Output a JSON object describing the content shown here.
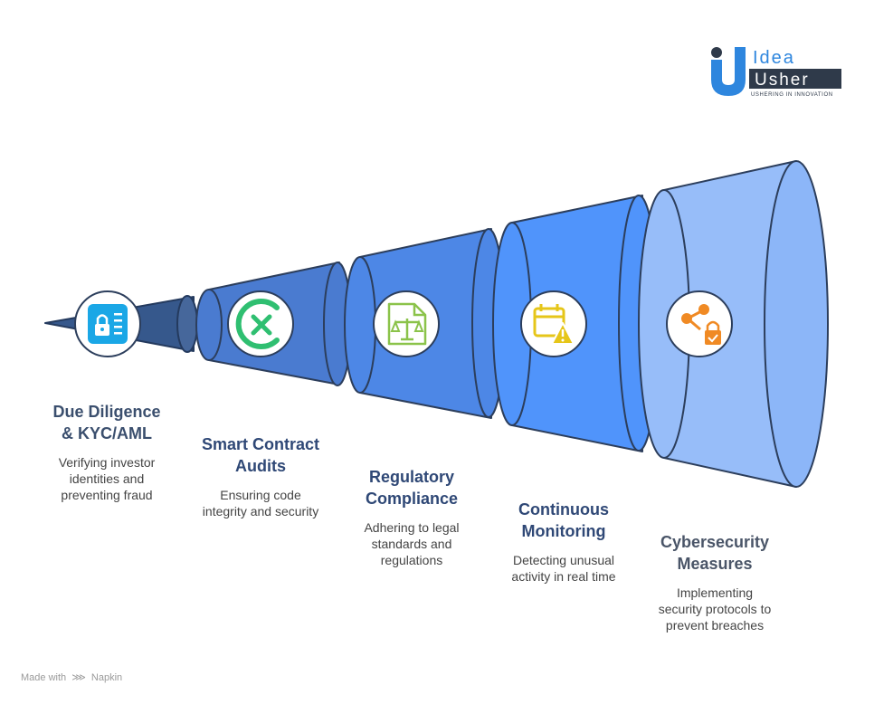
{
  "logo": {
    "word1": "Idea",
    "word2": "Usher",
    "tagline": "USHERING IN INNOVATION",
    "colors": {
      "blue": "#2e86de",
      "dark": "#2f3a4a"
    }
  },
  "steps": [
    {
      "title": "Due Diligence\n& KYC/AML",
      "description": "Verifying investor\nidentities and\npreventing fraud",
      "icon": "lock-id-card-icon",
      "color": "#3c5a8a",
      "title_color": "#3b4f6e"
    },
    {
      "title": "Smart Contract\nAudits",
      "description": "Ensuring code\nintegrity and security",
      "icon": "contract-x-icon",
      "color": "#4a7bd0",
      "title_color": "#2f4876"
    },
    {
      "title": "Regulatory\nCompliance",
      "description": "Adhering to legal\nstandards and\nregulations",
      "icon": "document-scales-icon",
      "color": "#4d87e6",
      "title_color": "#2f4876"
    },
    {
      "title": "Continuous\nMonitoring",
      "description": "Detecting unusual\nactivity in real time",
      "icon": "calendar-warning-icon",
      "color": "#5094fb",
      "title_color": "#2f4876"
    },
    {
      "title": "Cybersecurity\nMeasures",
      "description": "Implementing\nsecurity protocols to\nprevent breaches",
      "icon": "share-lock-icon",
      "color": "#97bdf9",
      "title_color": "#4a5568"
    }
  ],
  "footer": {
    "made_with": "Made with",
    "brand": "Napkin"
  }
}
